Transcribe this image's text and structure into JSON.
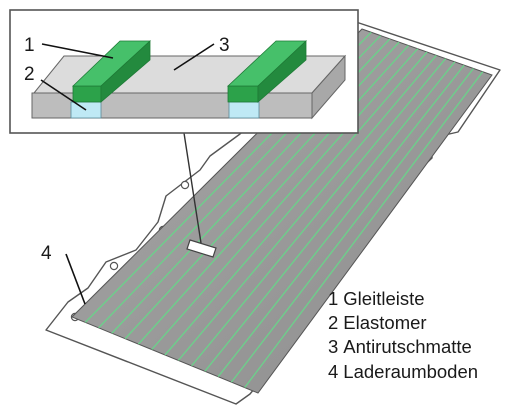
{
  "callouts": {
    "c1": "1",
    "c2": "2",
    "c3": "3",
    "c4": "4"
  },
  "legend": [
    {
      "number": "1",
      "label": "Gleitleiste"
    },
    {
      "number": "2",
      "label": "Elastomer"
    },
    {
      "number": "3",
      "label": "Antirutschmatte"
    },
    {
      "number": "4",
      "label": "Laderaumboden"
    }
  ],
  "colors": {
    "rail_green": "#2ca24a",
    "rail_green_top": "#46c06a",
    "elastomer_cyan": "#bfe9f5",
    "mat_gray": "#9a9a9a",
    "stripe_green": "#6dcf8b",
    "floor_white": "#ffffff",
    "outline": "#555555"
  }
}
